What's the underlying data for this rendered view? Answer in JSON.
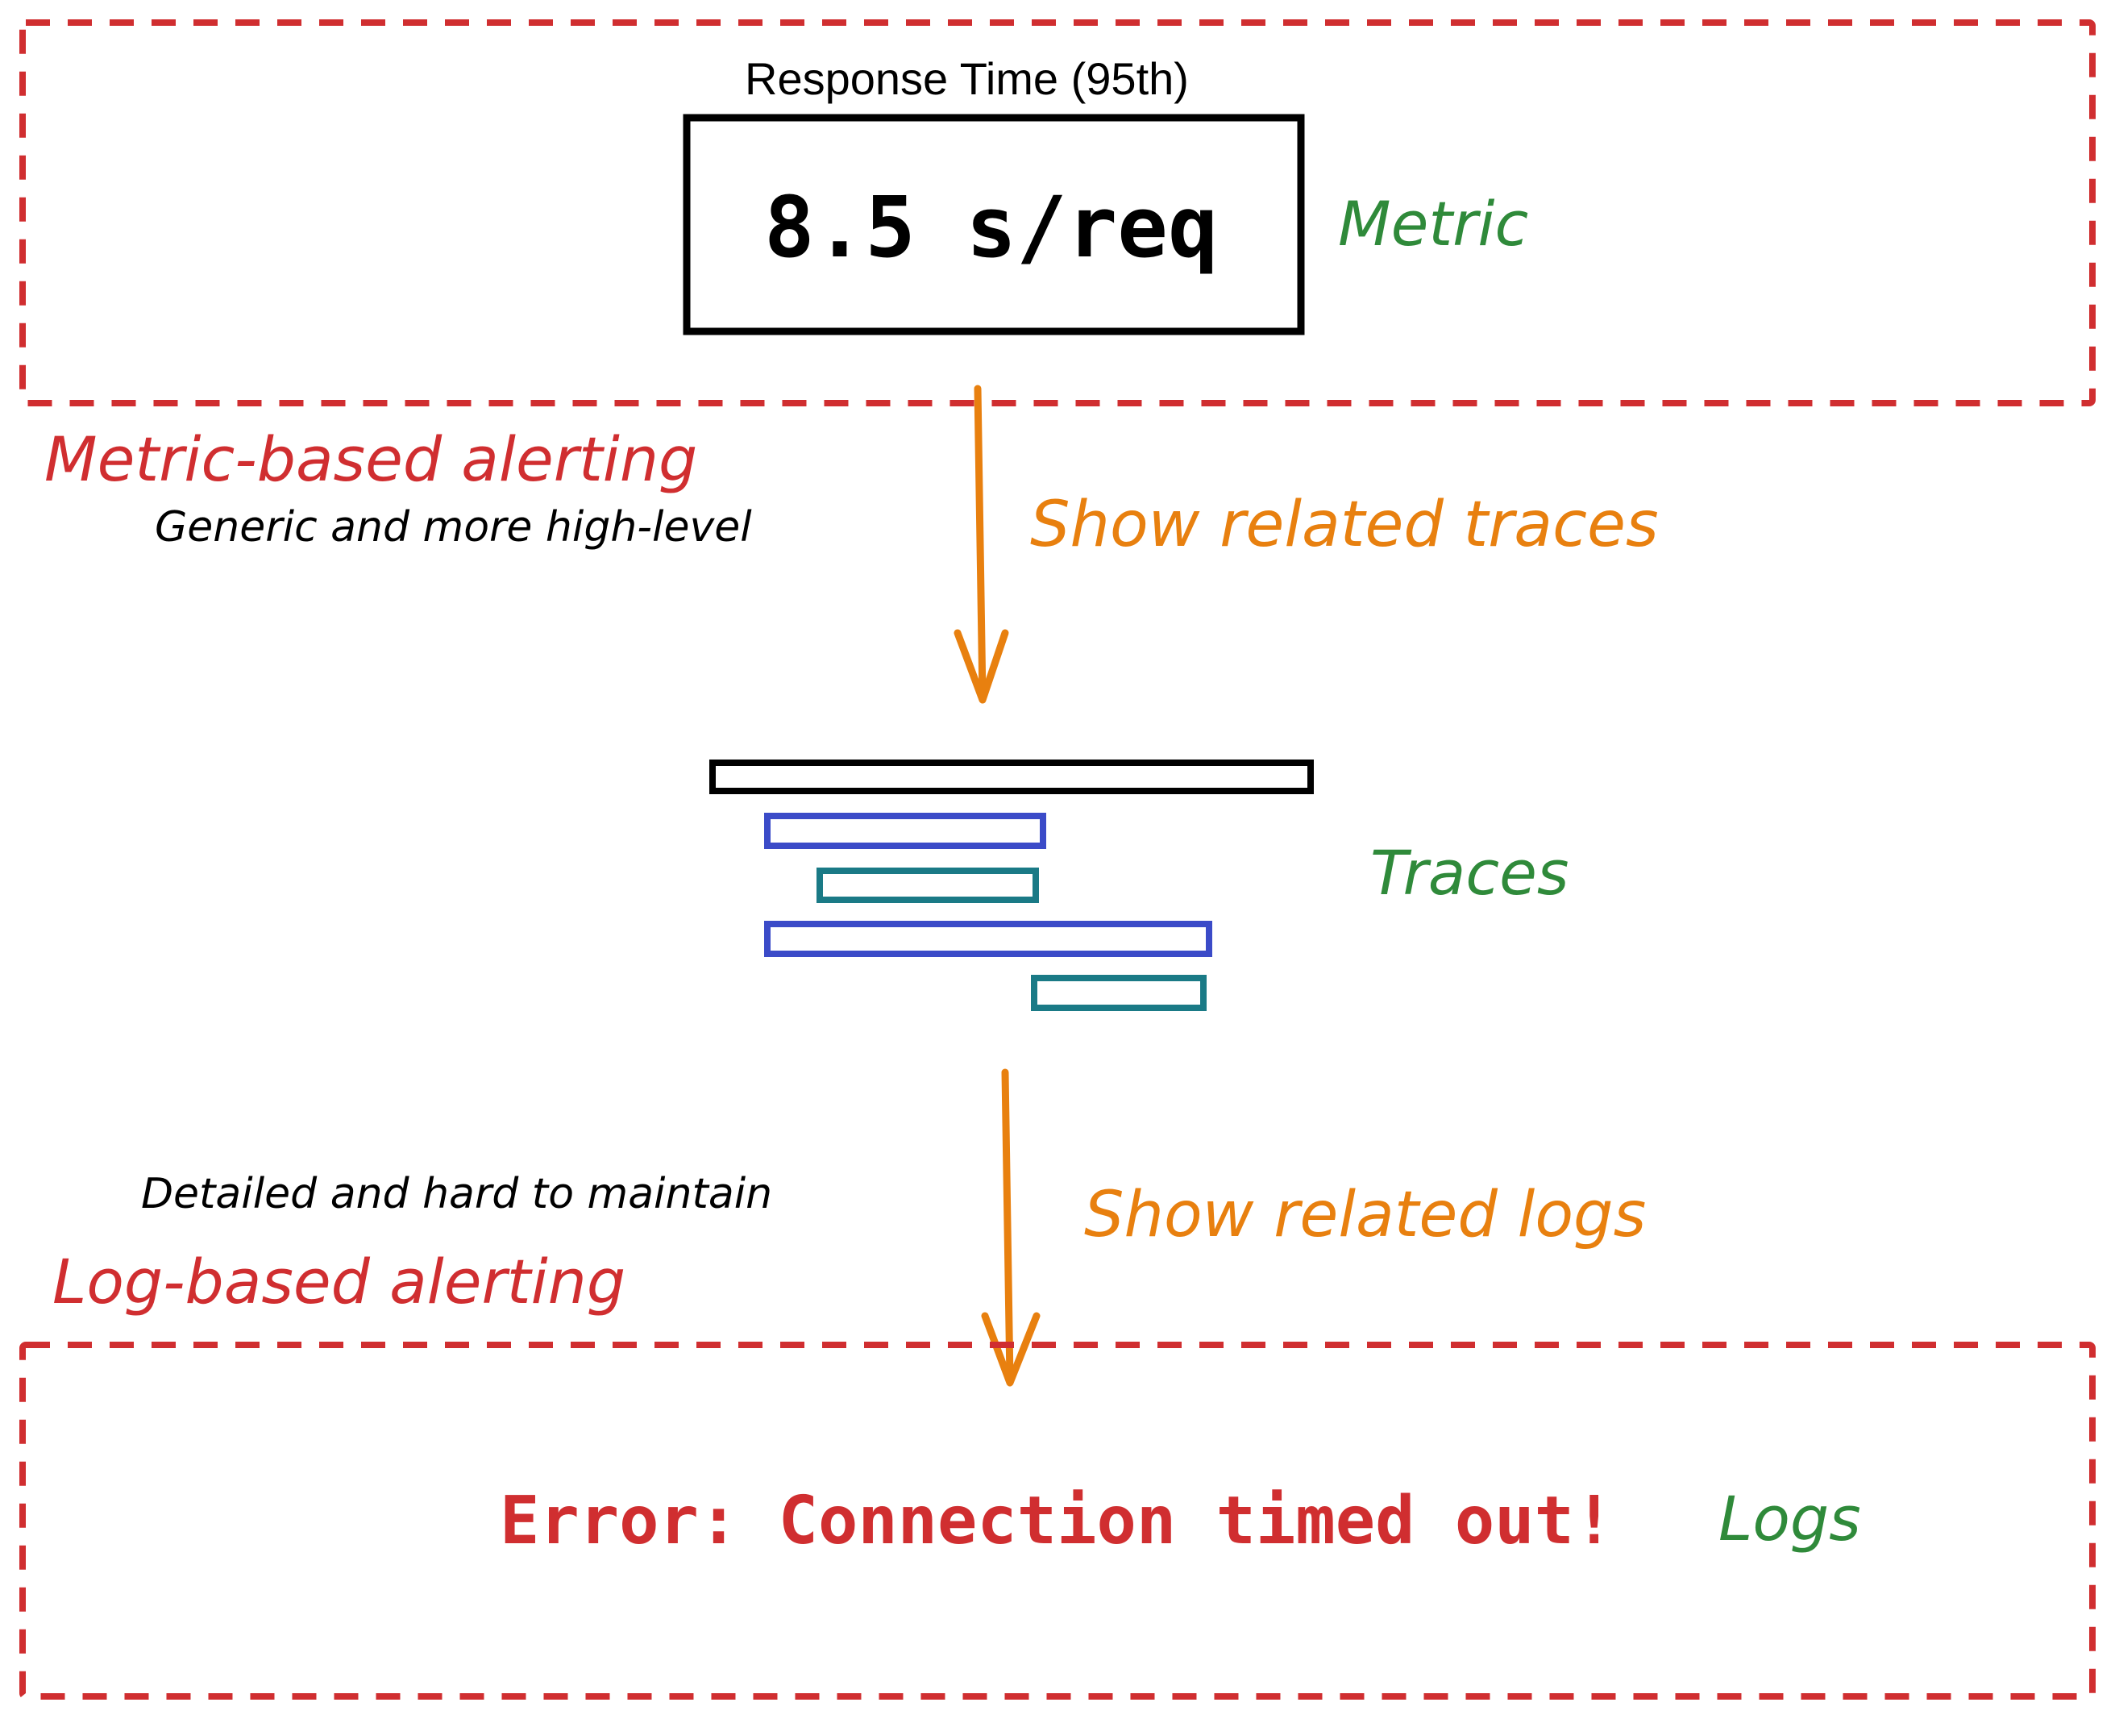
{
  "metric_panel": {
    "title": "Response Time (95th)",
    "value": "8.5 s/req",
    "tag": "Metric"
  },
  "metric_alerting": {
    "label": "Metric-based alerting",
    "description": "Generic and more high-level"
  },
  "arrow_to_traces": {
    "label": "Show related traces"
  },
  "traces": {
    "tag": "Traces"
  },
  "arrow_to_logs": {
    "label": "Show related logs"
  },
  "log_alerting": {
    "label": "Log-based alerting",
    "description": "Detailed and hard to maintain"
  },
  "log_panel": {
    "message": "Error: Connection timed out!",
    "tag": "Logs"
  },
  "colors": {
    "alert_red": "#d02e30",
    "tag_green": "#2f8a3a",
    "arrow_orange": "#e8800f",
    "span_blue": "#3b4bc8",
    "span_teal": "#1a7a86",
    "ink": "#000000"
  }
}
